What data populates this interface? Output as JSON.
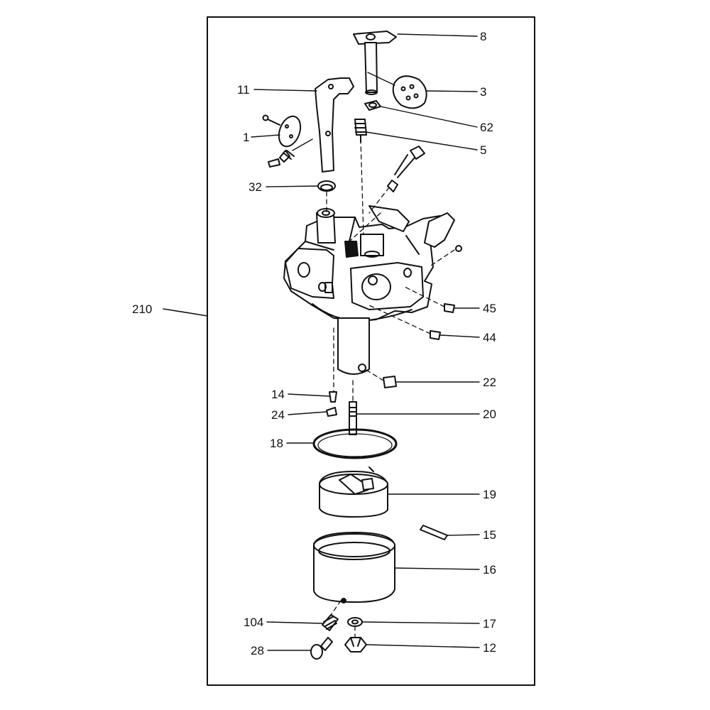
{
  "diagram": {
    "assembly_label": "210",
    "callouts": [
      {
        "id": "8",
        "text": "8"
      },
      {
        "id": "3",
        "text": "3"
      },
      {
        "id": "62",
        "text": "62"
      },
      {
        "id": "5",
        "text": "5"
      },
      {
        "id": "11",
        "text": "11"
      },
      {
        "id": "1",
        "text": "1"
      },
      {
        "id": "32",
        "text": "32"
      },
      {
        "id": "45",
        "text": "45"
      },
      {
        "id": "44",
        "text": "44"
      },
      {
        "id": "22",
        "text": "22"
      },
      {
        "id": "14",
        "text": "14"
      },
      {
        "id": "24",
        "text": "24"
      },
      {
        "id": "20",
        "text": "20"
      },
      {
        "id": "18",
        "text": "18"
      },
      {
        "id": "19",
        "text": "19"
      },
      {
        "id": "15",
        "text": "15"
      },
      {
        "id": "16",
        "text": "16"
      },
      {
        "id": "104",
        "text": "104"
      },
      {
        "id": "17",
        "text": "17"
      },
      {
        "id": "28",
        "text": "28"
      },
      {
        "id": "12",
        "text": "12"
      }
    ]
  }
}
